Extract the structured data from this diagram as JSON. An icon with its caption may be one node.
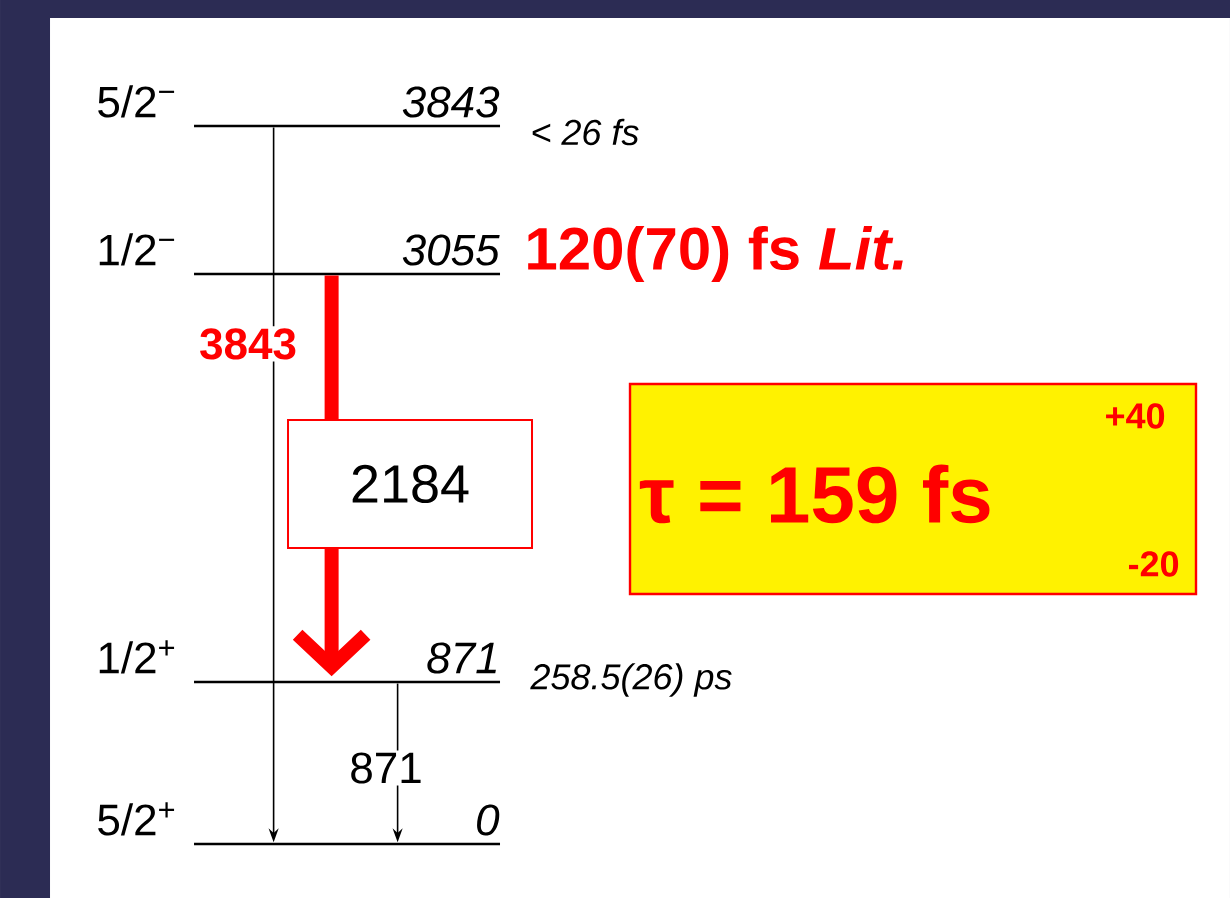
{
  "diagram": {
    "nodes": [
      {
        "text": [
          "5/2$^{−}$",
          "3843"
        ],
        "beside": [
          "< 26 fs"
        ]
      },
      {
        "text": [
          "1/2$^{−}$",
          "3055"
        ],
        "beside": [
          "120(70) fs *Lit.*"
        ]
      },
      {
        "text": [
          "1/2$^{+}$",
          "871"
        ],
        "beside": [
          "258.5(26) ps"
        ]
      },
      {
        "text": [
          "5/2$^{+}$",
          "0"
        ]
      },
      {
        "text": [
          "τ = 159 fs",
          "+40",
          "-20"
        ]
      }
    ],
    "edges": [
      {
        "from": 0,
        "to": 3,
        "arrow": "to",
        "label": "3843"
      },
      {
        "from": 1,
        "to": 2,
        "arrow": "to",
        "label": "2184",
        "style": "thick",
        "color": "#ff0000"
      },
      {
        "from": 2,
        "to": 3,
        "arrow": "to",
        "label": "871"
      }
    ]
  }
}
